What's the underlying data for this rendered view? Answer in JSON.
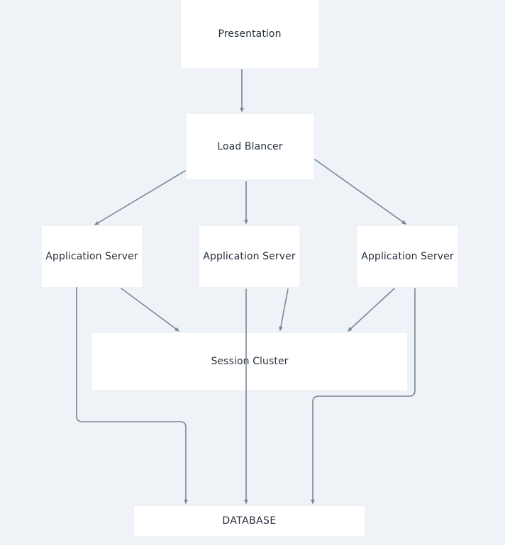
{
  "diagram": {
    "nodes": {
      "presentation": "Presentation",
      "load_balancer": "Load Blancer",
      "app_server_1": "Application Server",
      "app_server_2": "Application Server",
      "app_server_3": "Application Server",
      "session_cluster": "Session Cluster",
      "database": "DATABASE"
    },
    "connections": [
      {
        "from": "presentation",
        "to": "load_balancer"
      },
      {
        "from": "load_balancer",
        "to": "app_server_1"
      },
      {
        "from": "load_balancer",
        "to": "app_server_2"
      },
      {
        "from": "load_balancer",
        "to": "app_server_3"
      },
      {
        "from": "app_server_1",
        "to": "session_cluster"
      },
      {
        "from": "app_server_2",
        "to": "session_cluster"
      },
      {
        "from": "app_server_3",
        "to": "session_cluster"
      },
      {
        "from": "app_server_1",
        "to": "database"
      },
      {
        "from": "app_server_2",
        "to": "database"
      },
      {
        "from": "app_server_3",
        "to": "database"
      }
    ],
    "colors": {
      "background": "#eff3f7",
      "node_fill": "#ffffff",
      "connector": "#7a8794",
      "text": "#27313d"
    }
  }
}
